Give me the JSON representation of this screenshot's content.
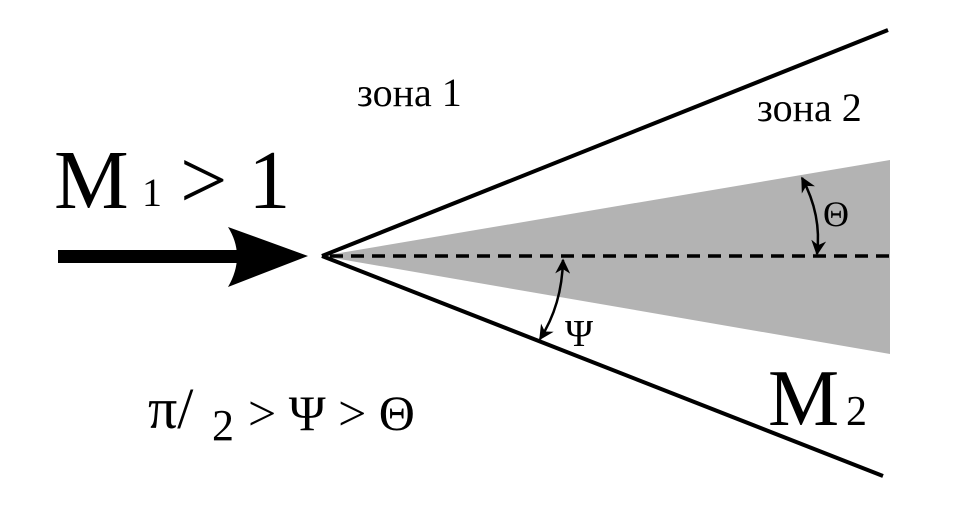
{
  "labels": {
    "zone1": "зона 1",
    "zone2": "зона 2",
    "m1_symbol": "M",
    "m1_subscript": "1",
    "m1_condition": "> 1",
    "m2_symbol": "M",
    "m2_subscript": "2",
    "theta": "Θ",
    "psi": "Ψ",
    "inequality_pi": "π/",
    "inequality_two": "2",
    "inequality_rest": "> Ψ > Θ"
  },
  "colors": {
    "wedge_fill": "#b3b3b3",
    "line": "#000000"
  }
}
